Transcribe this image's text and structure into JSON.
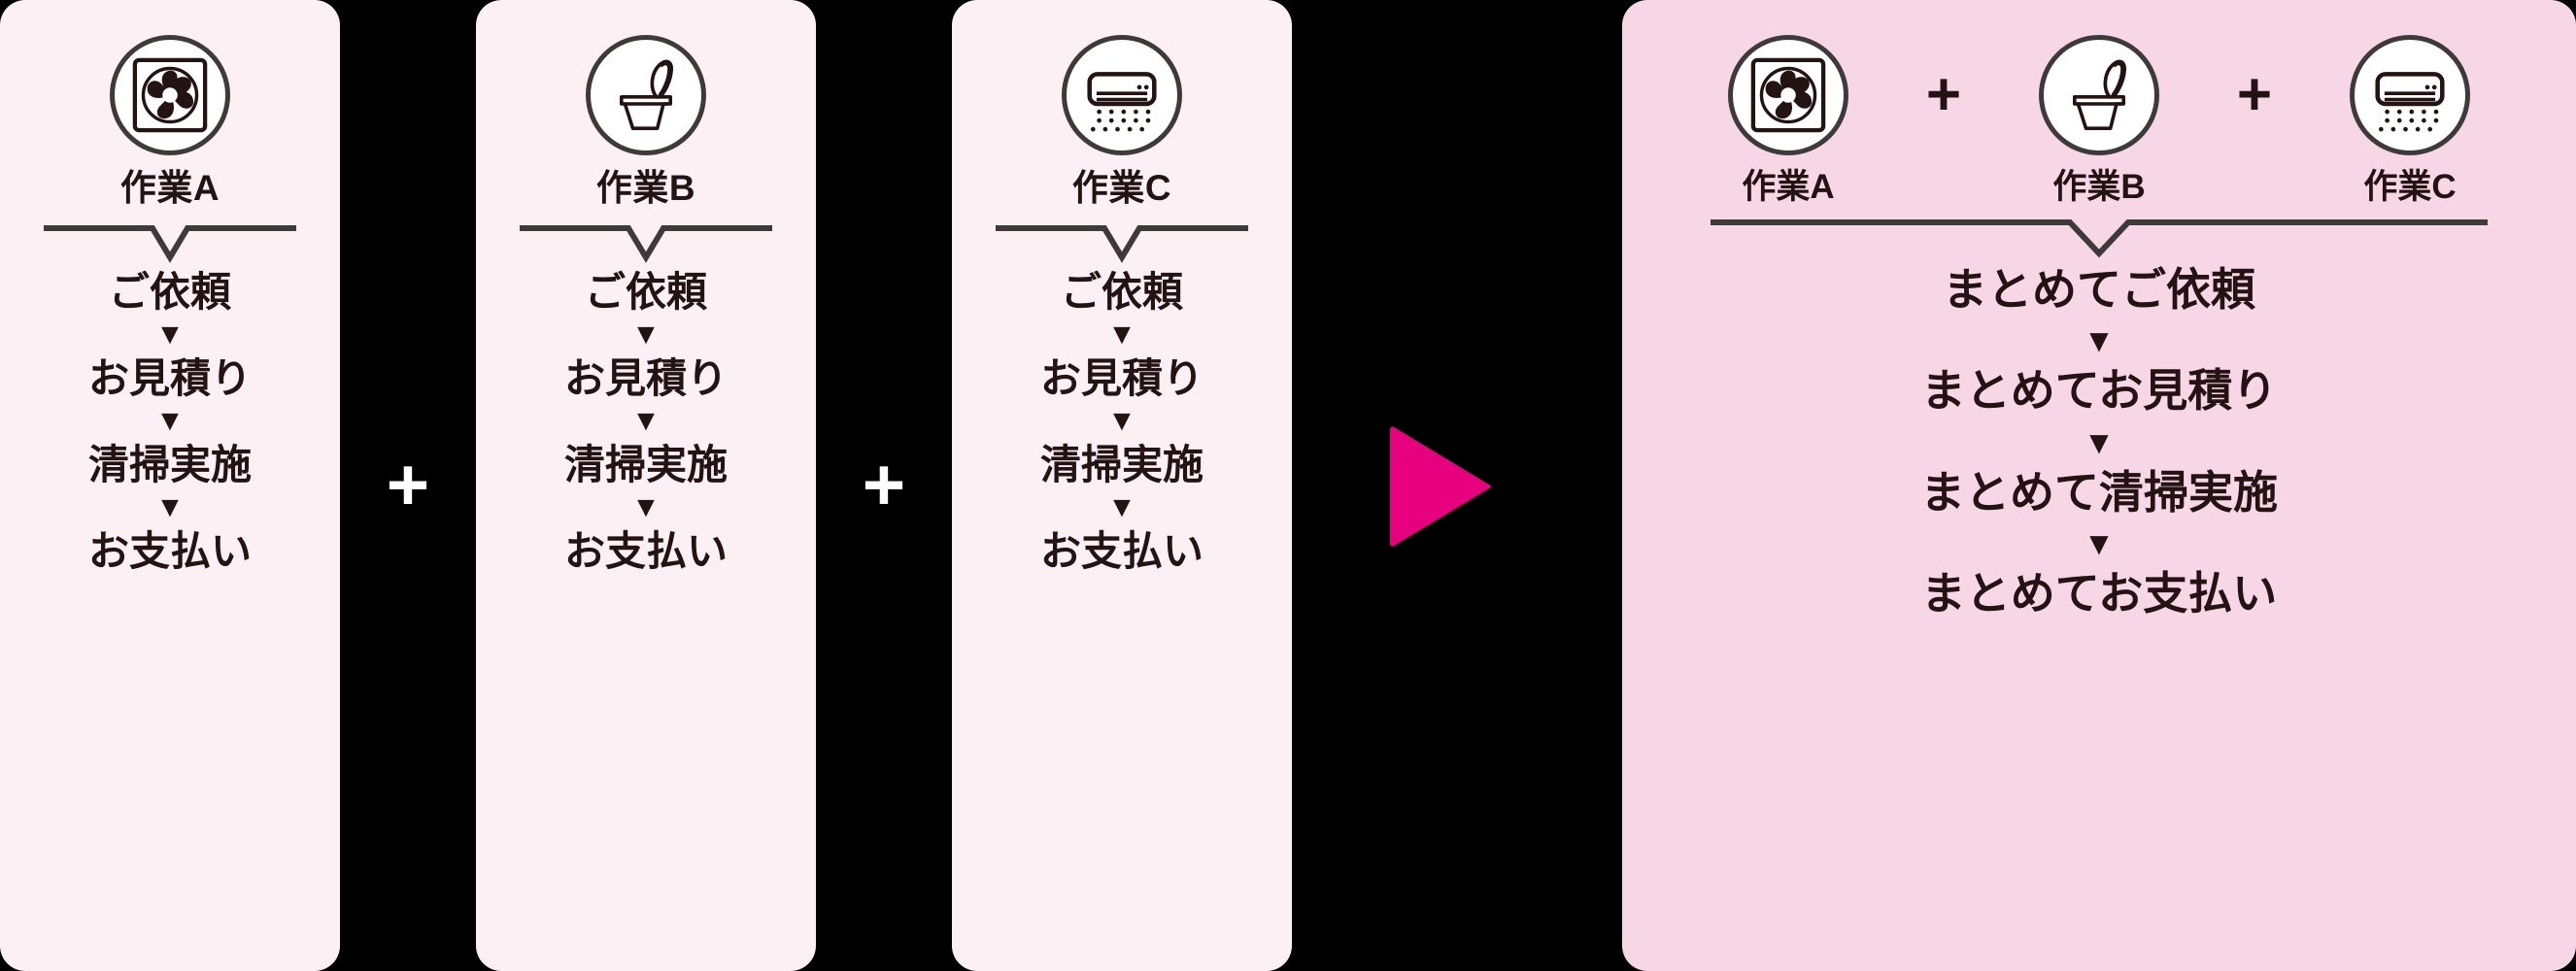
{
  "colors": {
    "page_background": "#000000",
    "card_background": "#FDF0F4",
    "panel_background": "#F7D7E6",
    "accent_magenta": "#E6007E",
    "text_dark": "#231313",
    "circle_outline": "#3F3A3A"
  },
  "separators": {
    "plus": "+",
    "arrow_down": "▼",
    "big_arrow_icon": "play-triangle-right-icon"
  },
  "left_cards": [
    {
      "icon": "ventilation-fan-icon",
      "label": "作業A",
      "steps": [
        "ご依頼",
        "お見積り",
        "清掃実施",
        "お支払い"
      ]
    },
    {
      "icon": "toilet-icon",
      "label": "作業B",
      "steps": [
        "ご依頼",
        "お見積り",
        "清掃実施",
        "お支払い"
      ]
    },
    {
      "icon": "air-conditioner-icon",
      "label": "作業C",
      "steps": [
        "ご依頼",
        "お見積り",
        "清掃実施",
        "お支払い"
      ]
    }
  ],
  "right_panel": {
    "items": [
      {
        "icon": "ventilation-fan-icon",
        "label": "作業A"
      },
      {
        "icon": "toilet-icon",
        "label": "作業B"
      },
      {
        "icon": "air-conditioner-icon",
        "label": "作業C"
      }
    ],
    "steps": [
      "まとめてご依頼",
      "まとめてお見積り",
      "まとめて清掃実施",
      "まとめてお支払い"
    ]
  }
}
